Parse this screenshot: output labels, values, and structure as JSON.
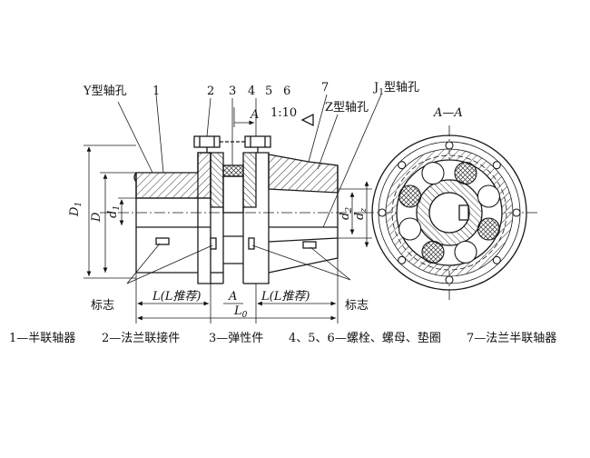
{
  "colors": {
    "line": "#1a1a1a",
    "hatch": "#333333",
    "background": "#ffffff"
  },
  "labels": {
    "y_hole": "Y型轴孔",
    "j1_prefix": "J",
    "j1_sub": "1",
    "j1_suffix": "型轴孔",
    "z_hole": "Z型轴孔",
    "n1": "1",
    "n2": "2",
    "n3": "3",
    "n4": "4",
    "n5": "5",
    "n6": "6",
    "n7": "7",
    "section_a": "A",
    "taper": "1:10",
    "section_title": "A—A",
    "d1_main": "D",
    "d1_sub": "1",
    "d_big": "D",
    "d1s_main": "d",
    "d1s_sub": "1",
    "d2_main": "d",
    "d2_sub": "2",
    "dz_main": "d",
    "dz_sub": "z",
    "mark_left": "标志",
    "mark_right": "标志",
    "dim_L_left": "L(L推荐)",
    "dim_L_right": "L(L推荐)",
    "dim_A": "A",
    "dim_L0_main": "L",
    "dim_L0_sub": "0"
  },
  "legend": [
    "1—半联轴器",
    "2—法兰联接件",
    "3—弹性件",
    "4、5、6—螺栓、螺母、垫圈",
    "7—法兰半联轴器"
  ]
}
